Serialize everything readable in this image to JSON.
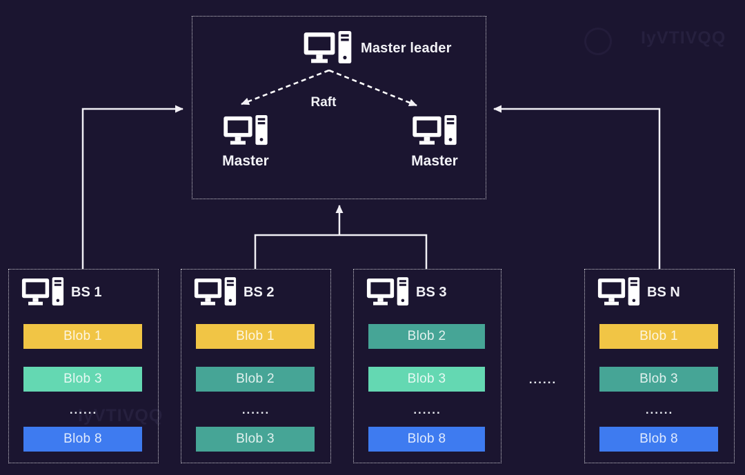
{
  "background_color": "#1b1530",
  "line_color": "#f2f0f5",
  "master_cluster": {
    "leader": {
      "label": "Master leader",
      "icon": "computer-icon"
    },
    "raft_label": "Raft",
    "followers": [
      {
        "label": "Master",
        "icon": "computer-icon"
      },
      {
        "label": "Master",
        "icon": "computer-icon"
      }
    ]
  },
  "blob_servers": [
    {
      "label": "BS 1",
      "icon": "computer-icon",
      "ellipsis": "......",
      "blobs": [
        {
          "label": "Blob 1",
          "color": "#f1c545"
        },
        {
          "label": "Blob 3",
          "color": "#64d8b2"
        },
        {
          "label": "Blob 8",
          "color": "#3e7bf0"
        }
      ]
    },
    {
      "label": "BS 2",
      "icon": "computer-icon",
      "ellipsis": "......",
      "blobs": [
        {
          "label": "Blob 1",
          "color": "#f1c545"
        },
        {
          "label": "Blob 2",
          "color": "#46a596"
        },
        {
          "label": "Blob 3",
          "color": "#46a596"
        }
      ]
    },
    {
      "label": "BS 3",
      "icon": "computer-icon",
      "ellipsis": "......",
      "blobs": [
        {
          "label": "Blob 2",
          "color": "#46a596"
        },
        {
          "label": "Blob 3",
          "color": "#64d8b2"
        },
        {
          "label": "Blob 8",
          "color": "#3e7bf0"
        }
      ]
    },
    {
      "label": "BS N",
      "icon": "computer-icon",
      "ellipsis": "......",
      "blobs": [
        {
          "label": "Blob 1",
          "color": "#f1c545"
        },
        {
          "label": "Blob 3",
          "color": "#46a596"
        },
        {
          "label": "Blob 8",
          "color": "#3e7bf0"
        }
      ]
    }
  ],
  "ellipsis_between_servers": "......",
  "watermarks": {
    "top_right": "IyVTIVQQ",
    "inner_left": "IyVTIVQQ"
  }
}
